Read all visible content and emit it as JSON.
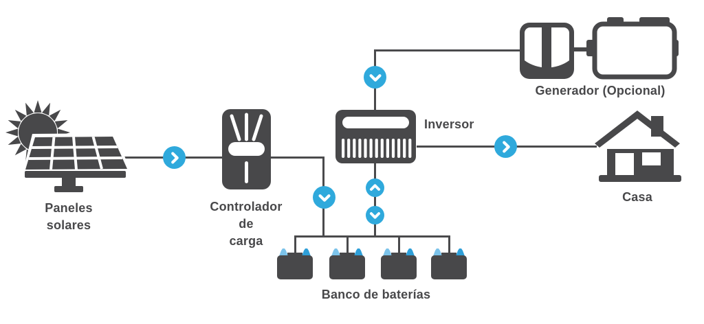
{
  "diagram": {
    "background": "#ffffff",
    "colors": {
      "dark_gray": "#48484a",
      "line_gray": "#4a4a4c",
      "arrow_blue": "#2fa9dc",
      "battery_terminal_light_blue": "#7cc3ea",
      "battery_terminal_blue": "#2f9fd8"
    },
    "nodes": {
      "solar_panels": {
        "label_lines": [
          "Paneles",
          "solares"
        ]
      },
      "charge_controller": {
        "label_lines": [
          "Controlador",
          "de",
          "carga"
        ]
      },
      "inverter": {
        "label": "Inversor"
      },
      "generator": {
        "label": "Generador (Opcional)"
      },
      "house": {
        "label": "Casa"
      },
      "battery_bank": {
        "label": "Banco de baterías",
        "battery_count": 4
      }
    },
    "connections": [
      {
        "from": "solar_panels",
        "to": "charge_controller",
        "arrow": "right"
      },
      {
        "from": "charge_controller",
        "to": "battery_bank",
        "arrow": "down"
      },
      {
        "from": "generator",
        "to": "inverter",
        "arrow": "down"
      },
      {
        "from": "battery_bank",
        "to": "inverter",
        "arrow": "up"
      },
      {
        "from": "inverter",
        "to": "battery_bank",
        "arrow": "down"
      },
      {
        "from": "inverter",
        "to": "house",
        "arrow": "right"
      }
    ]
  }
}
